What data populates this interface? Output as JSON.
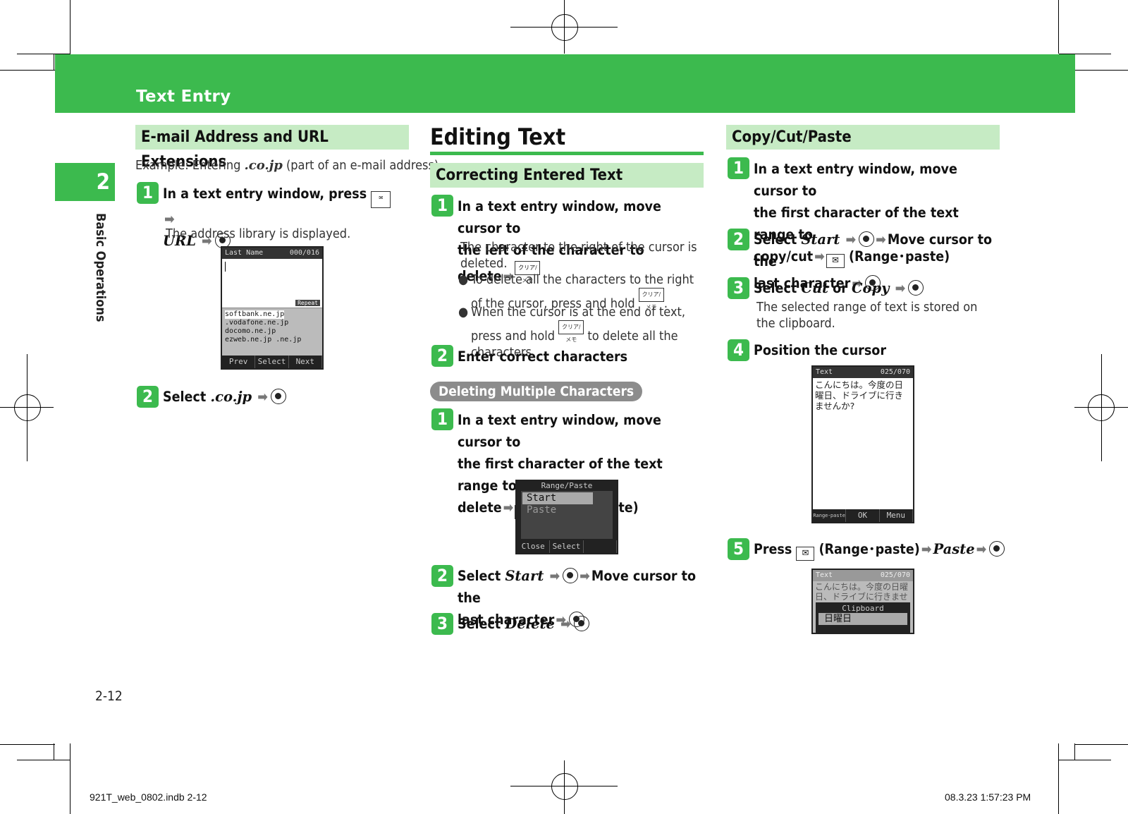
{
  "header": {
    "title": "Text Entry"
  },
  "sidebar": {
    "chapter_number": "2",
    "chapter_label": "Basic Operations"
  },
  "page_number": "2-12",
  "left": {
    "heading": "E-mail Address and URL Extensions",
    "example_prefix": "Example: Entering ",
    "example_value": ".co.jp",
    "example_suffix": " (part of an e-mail address)",
    "step1_text": "In a text entry window, press",
    "step1_url": "URL",
    "step1_note": "The address library is displayed.",
    "step2_prefix": "Select ",
    "step2_value": ".co.jp",
    "screen": {
      "title": "Last Name",
      "counter": "000/016",
      "repeat": "Repeat",
      "items": [
        "softbank.ne.jp",
        ".vodafone.ne.jp",
        "docomo.ne.jp",
        "ezweb.ne.jp .ne.jp"
      ],
      "soft": [
        "Prev",
        "Select",
        "Next"
      ]
    }
  },
  "middle": {
    "title": "Editing Text",
    "heading": "Correcting Entered Text",
    "s1_line1": "In a text entry window, move cursor to",
    "s1_line2": "the left of the character to delete",
    "s1_note": "The character to the right of the cursor is deleted.",
    "bullet1_a": "To delete all the characters to the right of the cursor, press and hold",
    "bullet2_a": "When the cursor is at the end of text, press and hold",
    "bullet2_b": "to delete all the characters.",
    "s2": "Enter correct characters",
    "pill": "Deleting Multiple Characters",
    "d1_line1": "In a text entry window, move cursor to",
    "d1_line2": "the first character of the text range to",
    "d1_line3": "delete",
    "d1_range": "(Range･paste)",
    "d2_select": "Select ",
    "d2_start": "Start",
    "d2_move": "Move cursor to the",
    "d2_last": "last character",
    "d3_select": "Select ",
    "d3_delete": "Delete",
    "screen": {
      "title": "Range/Paste",
      "item1": "Start",
      "item2": "Paste",
      "soft": [
        "Close",
        "Select"
      ]
    }
  },
  "right": {
    "heading": "Copy/Cut/Paste",
    "c1_line1": "In a text entry window, move cursor to",
    "c1_line2": "the first character of the text range to",
    "c1_line3": "copy/cut",
    "c1_range": "(Range･paste)",
    "c2_select": "Select ",
    "c2_start": "Start",
    "c2_move": "Move cursor to the",
    "c2_last": "last character",
    "c3_select": "Select ",
    "c3_cut": "Cut",
    "c3_or": " or ",
    "c3_copy": "Copy",
    "c3_note": "The selected range of text is stored on the clipboard.",
    "c4": "Position the cursor",
    "c5_press": "Press",
    "c5_range": "(Range･paste)",
    "c5_paste": "Paste",
    "screen1": {
      "title": "Text",
      "counter": "025/070",
      "body": "こんにちは。今度の日曜日、ドライブに行きませんか?",
      "soft": [
        "Range･paste",
        "OK",
        "Menu"
      ]
    },
    "screen2": {
      "title": "Text",
      "counter": "025/070",
      "body": "こんにちは。今度の日曜日、ドライブに行きませ",
      "clip_title": "Clipboard",
      "clip_item": "日曜日"
    }
  },
  "footer": {
    "file": "921T_web_0802.indb   2-12",
    "date": "08.3.23   1:57:23 PM"
  }
}
